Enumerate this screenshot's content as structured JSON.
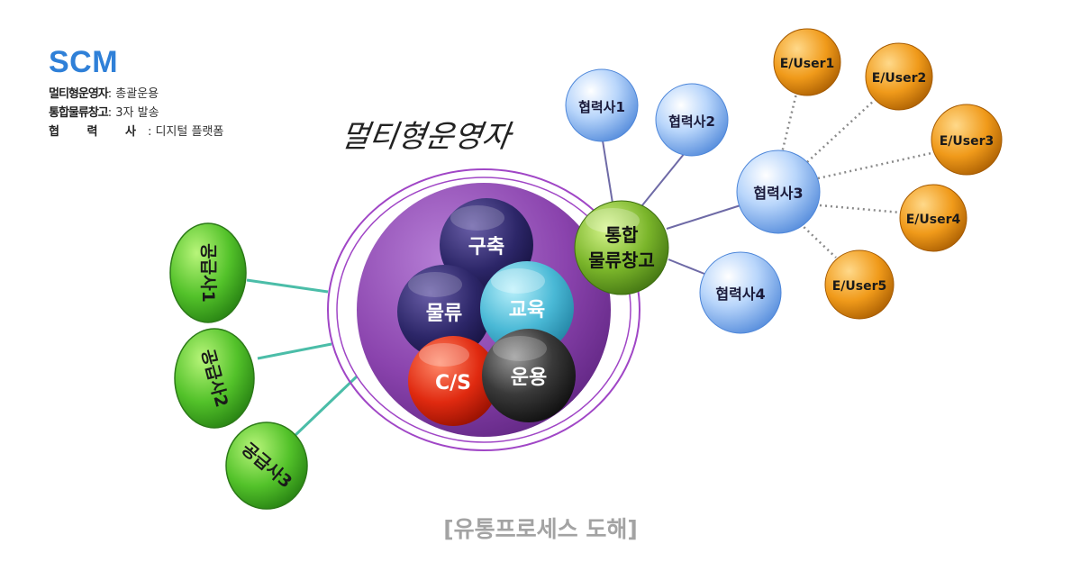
{
  "legend": {
    "title": "SCM",
    "rows": [
      {
        "key": "멀티형운영자",
        "value": ": 총괄운용"
      },
      {
        "key": "통합물류창고",
        "value": ": 3자 발송"
      },
      {
        "key": "협 력 사",
        "value": ": 디지털 플랫폼"
      }
    ]
  },
  "diagram": {
    "operator_label": "멀티형운영자",
    "core_nodes": [
      "구축",
      "물류",
      "교육",
      "C/S",
      "운용"
    ],
    "hub": {
      "line1": "통합",
      "line2": "물류창고"
    },
    "suppliers": [
      "공급사1",
      "공급사2",
      "공급사3"
    ],
    "partners": [
      "협력사1",
      "협력사2",
      "협력사3",
      "협력사4"
    ],
    "end_users": [
      "E/User1",
      "E/User2",
      "E/User3",
      "E/User4",
      "E/User5"
    ],
    "caption": "[유통프로세스 도해]"
  },
  "colors": {
    "brand": "#2f80d8",
    "core_circle": "#7b3a9a",
    "supplier": "#3fb52b",
    "hub": "#6aa321",
    "partner": "#7fb2f0",
    "end_user": "#e38a12"
  }
}
